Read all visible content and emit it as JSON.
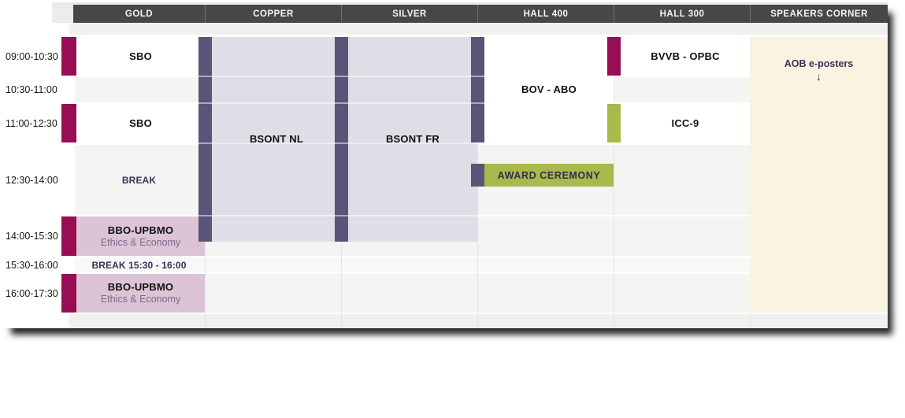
{
  "colors": {
    "header_bg": "#454749",
    "header_text": "#f5f5f5",
    "magenta": "#970e55",
    "purple": "#5b5378",
    "green": "#a9b94b",
    "lavender": "#dfdde5",
    "pink": "#dcc3d6",
    "cream": "#faf3e2",
    "cell_gray": "#f4f4f2",
    "cell_gray_light": "#f8f8f6",
    "spacer_gray": "#f0f0ee",
    "grid_line": "#e5e5e2",
    "break_text": "#3c3157",
    "event_text": "#121212",
    "sub_text": "#7e6b8a",
    "award_text": "#342b4e"
  },
  "columns": [
    {
      "id": "gold",
      "label": "GOLD"
    },
    {
      "id": "copper",
      "label": "COPPER"
    },
    {
      "id": "silver",
      "label": "SILVER"
    },
    {
      "id": "hall400",
      "label": "HALL 400"
    },
    {
      "id": "hall300",
      "label": "HALL 300"
    },
    {
      "id": "speakers",
      "label": "SPEAKERS CORNER"
    }
  ],
  "time_slots": [
    "09:00-10:30",
    "10:30-11:00",
    "11:00-12:30",
    "12:30-14:00",
    "14:00-15:30",
    "15:30-16:00",
    "16:00-17:30"
  ],
  "events": [
    {
      "id": "sbo-morning",
      "label": "SBO",
      "column": "gold",
      "rows": [
        0,
        0
      ],
      "accent": "magenta",
      "bg": "white"
    },
    {
      "id": "sbo-late-morning",
      "label": "SBO",
      "column": "gold",
      "rows": [
        2,
        2
      ],
      "accent": "magenta",
      "bg": "white"
    },
    {
      "id": "break-lunch",
      "label": "BREAK",
      "column": "gold",
      "rows": [
        3,
        3
      ],
      "accent": null,
      "bg": null,
      "style": "break"
    },
    {
      "id": "bbo-upbmo-1",
      "label": "BBO-UPBMO",
      "sublabel": "Ethics & Economy",
      "column": "gold",
      "rows": [
        4,
        4
      ],
      "accent": "magenta",
      "bg": "pink"
    },
    {
      "id": "break-afternoon",
      "label": "BREAK 15:30 - 16:00",
      "column": "gold",
      "rows": [
        5,
        5
      ],
      "accent": null,
      "bg": null,
      "style": "break"
    },
    {
      "id": "bbo-upbmo-2",
      "label": "BBO-UPBMO",
      "sublabel": "Ethics & Economy",
      "column": "gold",
      "rows": [
        6,
        6
      ],
      "accent": "magenta",
      "bg": "pink"
    },
    {
      "id": "bsont-nl",
      "label": "BSONT NL",
      "column": "copper",
      "rows": [
        0,
        4
      ],
      "accent": "purple",
      "bg": "lavender"
    },
    {
      "id": "bsont-fr",
      "label": "BSONT FR",
      "column": "silver",
      "rows": [
        0,
        4
      ],
      "accent": "purple",
      "bg": "lavender"
    },
    {
      "id": "bov-abo",
      "label": "BOV - ABO",
      "column": "hall400",
      "rows": [
        0,
        2
      ],
      "accent": "purple",
      "bg": "white"
    },
    {
      "id": "award-ceremony",
      "label": "AWARD CEREMONY",
      "column": "hall400",
      "rows": [
        3,
        3
      ],
      "accent": "purple",
      "bg": "green",
      "style": "award"
    },
    {
      "id": "bvvb-opbc",
      "label": "BVVB - OPBC",
      "column": "hall300",
      "rows": [
        0,
        0
      ],
      "accent": "magenta",
      "bg": "white"
    },
    {
      "id": "icc-9",
      "label": "ICC-9",
      "column": "hall300",
      "rows": [
        2,
        2
      ],
      "accent": "green",
      "bg": "white"
    }
  ],
  "speakers_corner": {
    "label": "AOB e-posters",
    "arrow": "↓"
  }
}
